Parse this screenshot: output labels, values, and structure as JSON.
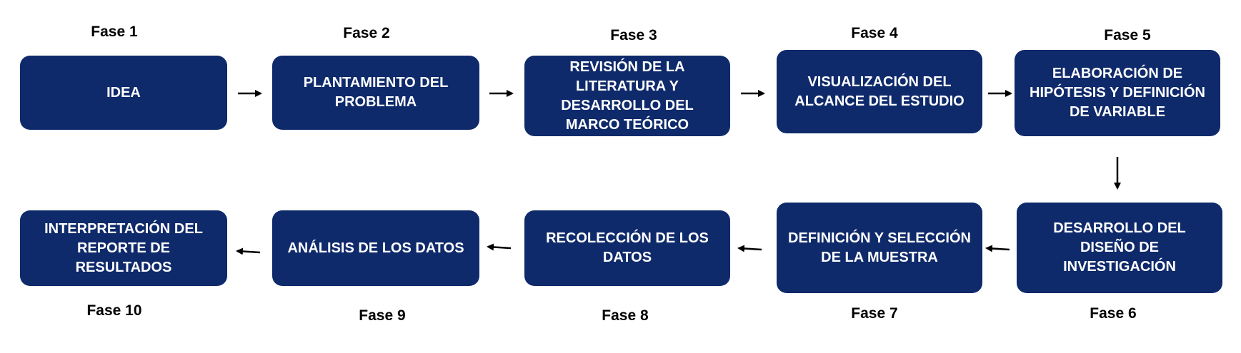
{
  "phases": [
    {
      "label": "Fase 1",
      "text": "IDEA"
    },
    {
      "label": "Fase 2",
      "text": "PLANTAMIENTO DEL PROBLEMA"
    },
    {
      "label": "Fase 3",
      "text": "REVISIÓN DE LA LITERATURA Y DESARROLLO DEL MARCO TEÓRICO"
    },
    {
      "label": "Fase 4",
      "text": "VISUALIZACIÓN DEL ALCANCE DEL ESTUDIO"
    },
    {
      "label": "Fase 5",
      "text": "ELABORACIÓN DE HIPÓTESIS Y DEFINICIÓN DE VARIABLE"
    },
    {
      "label": "Fase 6",
      "text": "DESARROLLO DEL DISEÑO DE INVESTIGACIÓN"
    },
    {
      "label": "Fase 7",
      "text": "DEFINICIÓN Y SELECCIÓN DE LA MUESTRA"
    },
    {
      "label": "Fase 8",
      "text": "RECOLECCIÓN DE LOS DATOS"
    },
    {
      "label": "Fase 9",
      "text": "ANÁLISIS DE LOS DATOS"
    },
    {
      "label": "Fase 10",
      "text": "INTERPRETACIÓN DEL REPORTE DE RESULTADOS"
    }
  ],
  "colors": {
    "box": "#0f2a6b",
    "text": "#ffffff",
    "arrow": "#000000"
  }
}
